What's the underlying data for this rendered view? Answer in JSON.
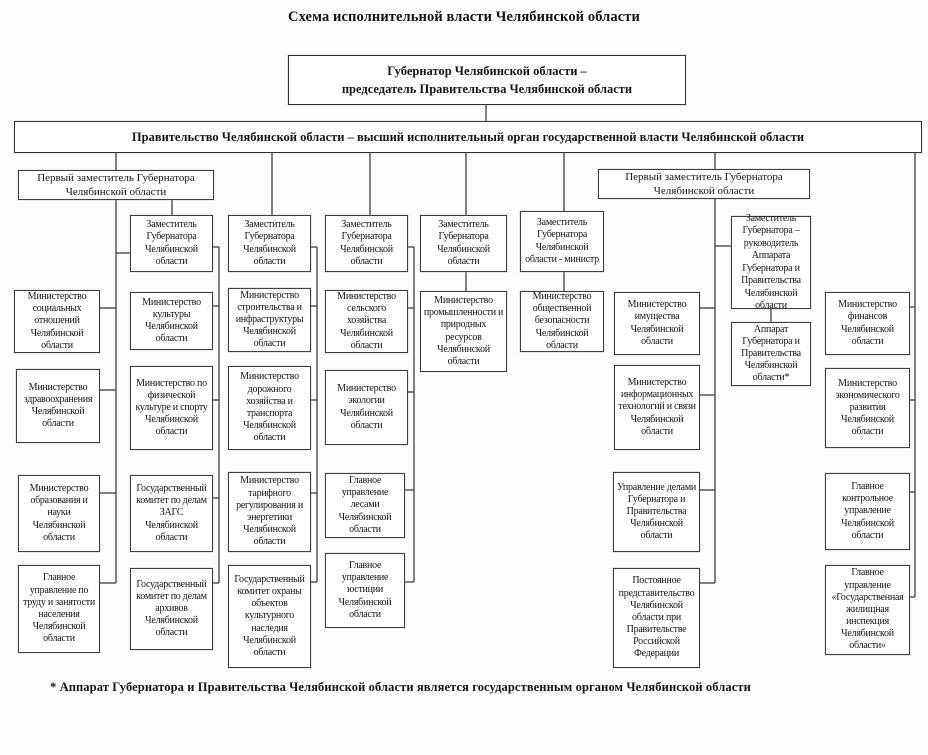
{
  "title": "Схема исполнительной власти Челябинской области",
  "footnote": "* Аппарат Губернатора и Правительства Челябинской области является государственным органом Челябинской области",
  "nodes": {
    "governor": "Губернатор Челябинской области –\nпредседатель Правительства Челябинской области",
    "government": "Правительство Челябинской области – высший исполнительный орган государственной власти Челябинской области",
    "first_deputy_left": "Первый заместитель Губернатора Челябинской области",
    "first_deputy_right": "Первый заместитель Губернатора Челябинской области",
    "deputy_2": "Заместитель Губернатора Челябинской области",
    "deputy_3": "Заместитель Губернатора Челябинской области",
    "deputy_4": "Заместитель Губернатора Челябинской области",
    "deputy_5": "Заместитель Губернатора Челябинской области",
    "deputy_minister": "Заместитель Губернатора Челябинской области - министр",
    "deputy_apparatus_head": "Заместитель Губернатора – руководитель Аппарата Губернатора и Правительства Челябинской области",
    "min_social": "Министерство социальных отношений Челябинской области",
    "min_health": "Министерство здравоохранения Челябинской области",
    "min_education": "Министерство образования и науки Челябинской области",
    "gu_labor": "Главное управление по труду и занятости населения Челябинской области",
    "min_culture": "Министерство культуры Челябинской области",
    "min_sport": "Министерство по физической культуре и спорту Челябинской области",
    "gc_zags": "Государственный комитет по делам ЗАГС Челябинской области",
    "gc_archives": "Государственный комитет по делам архивов Челябинской области",
    "min_construction": "Министерство строительства и инфраструктуры Челябинской области",
    "min_roads": "Министерство дорожного хозяйства и транспорта Челябинской области",
    "min_tariff": "Министерство тарифного регулирования и энергетики Челябинской области",
    "gc_heritage": "Государственный комитет охраны объектов культурного наследия Челябинской области",
    "min_agriculture": "Министерство сельского хозяйства Челябинской области",
    "min_ecology": "Министерство экологии Челябинской области",
    "gu_forests": "Главное управление лесами Челябинской области",
    "gu_justice": "Главное управление юстиции Челябинской области",
    "min_industry": "Министерство промышленности и природных ресурсов Челябинской области",
    "min_public_safety": "Министерство общественной безопасности Челябинской области",
    "min_property": "Министерство имущества Челябинской области",
    "min_it": "Министерство информационных технологий и связи Челябинской области",
    "admin_office": "Управление делами Губернатора и Правительства Челябинской области",
    "perm_mission": "Постоянное представительство Челябинской области при Правительстве Российской Федерации",
    "apparatus": "Аппарат Губернатора и Правительства Челябинской области*",
    "min_finance": "Министерство финансов Челябинской области",
    "min_economy": "Министерство экономического развития Челябинской области",
    "gcu_control": "Главное контрольное управление Челябинской области",
    "gu_housing": "Главное управление «Государственная жилищная инспекция Челябинской области»"
  }
}
